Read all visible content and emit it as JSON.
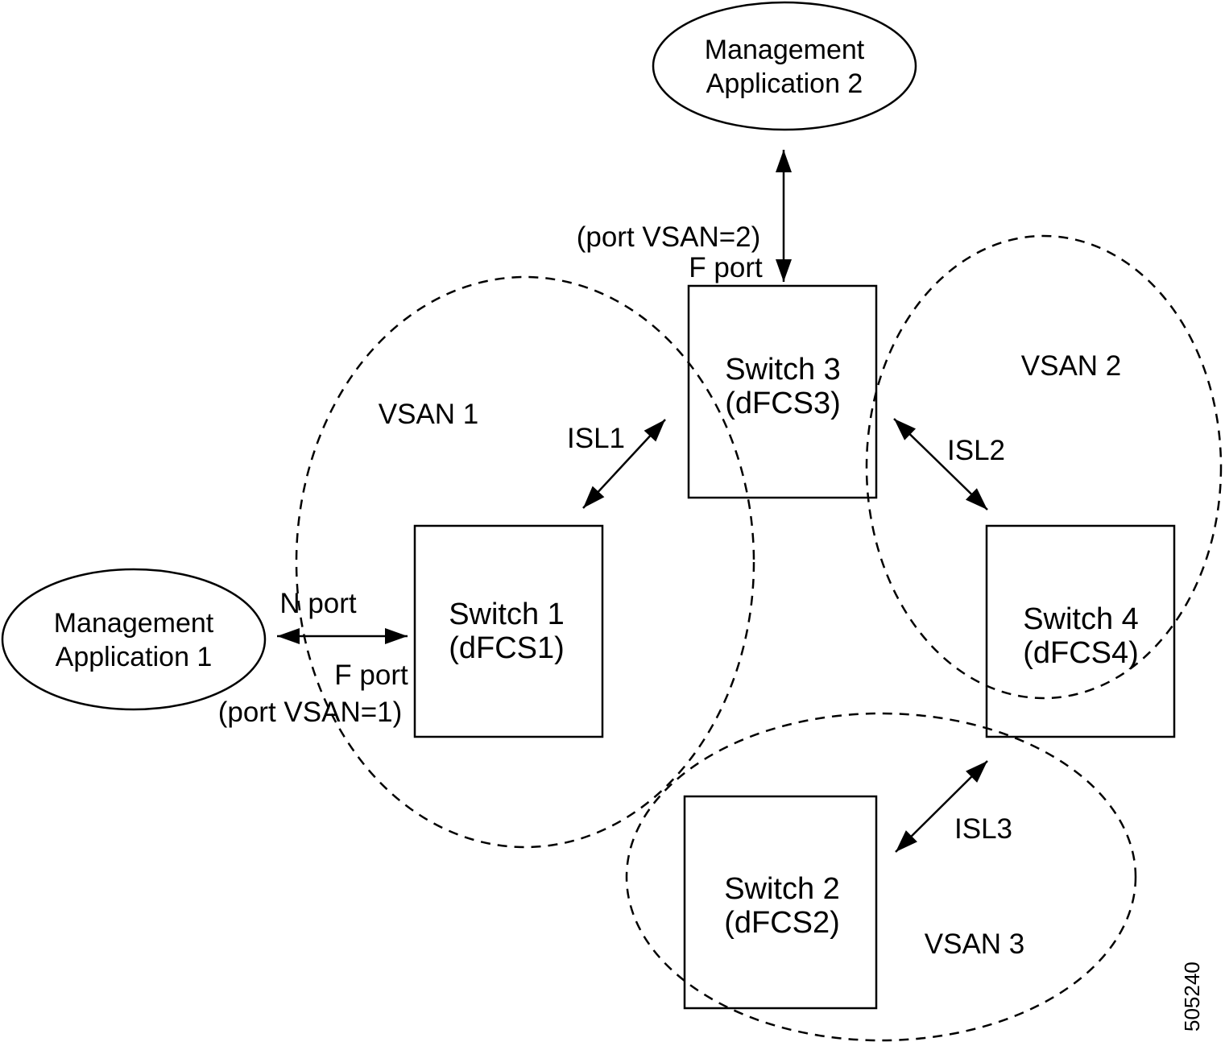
{
  "canvas": {
    "background": "#ffffff",
    "line_color": "#000000"
  },
  "nodes": {
    "mgmt_app1": {
      "label_line1": "Management",
      "label_line2": "Application 1"
    },
    "mgmt_app2": {
      "label_line1": "Management",
      "label_line2": "Application 2"
    },
    "switch1": {
      "name": "Switch 1",
      "fcs": "(dFCS1)"
    },
    "switch2": {
      "name": "Switch 2",
      "fcs": "(dFCS2)"
    },
    "switch3": {
      "name": "Switch 3",
      "fcs": "(dFCS3)"
    },
    "switch4": {
      "name": "Switch 4",
      "fcs": "(dFCS4)"
    }
  },
  "vsans": {
    "vsan1": {
      "label": "VSAN 1"
    },
    "vsan2": {
      "label": "VSAN 2"
    },
    "vsan3": {
      "label": "VSAN 3"
    }
  },
  "isls": {
    "isl1": {
      "label": "ISL1"
    },
    "isl2": {
      "label": "ISL2"
    },
    "isl3": {
      "label": "ISL3"
    }
  },
  "ports": {
    "app2_port_vsan": "(port VSAN=2)",
    "app2_f_port": "F port",
    "app1_n_port": "N port",
    "app1_f_port": "F port",
    "app1_port_vsan": "(port VSAN=1)"
  },
  "figure_id": "505240"
}
